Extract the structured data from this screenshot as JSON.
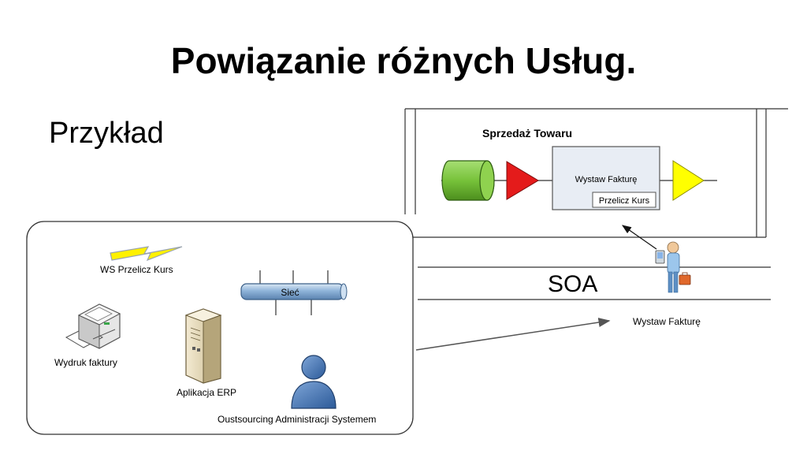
{
  "slide": {
    "title": "Powiązanie różnych Usług.",
    "subtitle": "Przykład"
  },
  "process": {
    "title": "Sprzedaż Towaru",
    "task_label": "Wystaw Fakturę",
    "subtask_label": "Przelicz Kurs"
  },
  "soa": {
    "label": "SOA",
    "service_label": "Wystaw Fakturę"
  },
  "infrastructure": {
    "ws_label": "WS Przelicz Kurs",
    "network_label": "Sieć",
    "printer_label": "Wydruk faktury",
    "erp_label": "Aplikacja ERP",
    "outsourcing_label": "Oustsourcing Administracji Systemem"
  },
  "colors": {
    "start_event": "#77c23a",
    "red_gateway": "#e41b1b",
    "yellow_gateway": "#ffff00",
    "network_pipe": "#8fb4d9",
    "person_blue": "#3f73b8"
  }
}
